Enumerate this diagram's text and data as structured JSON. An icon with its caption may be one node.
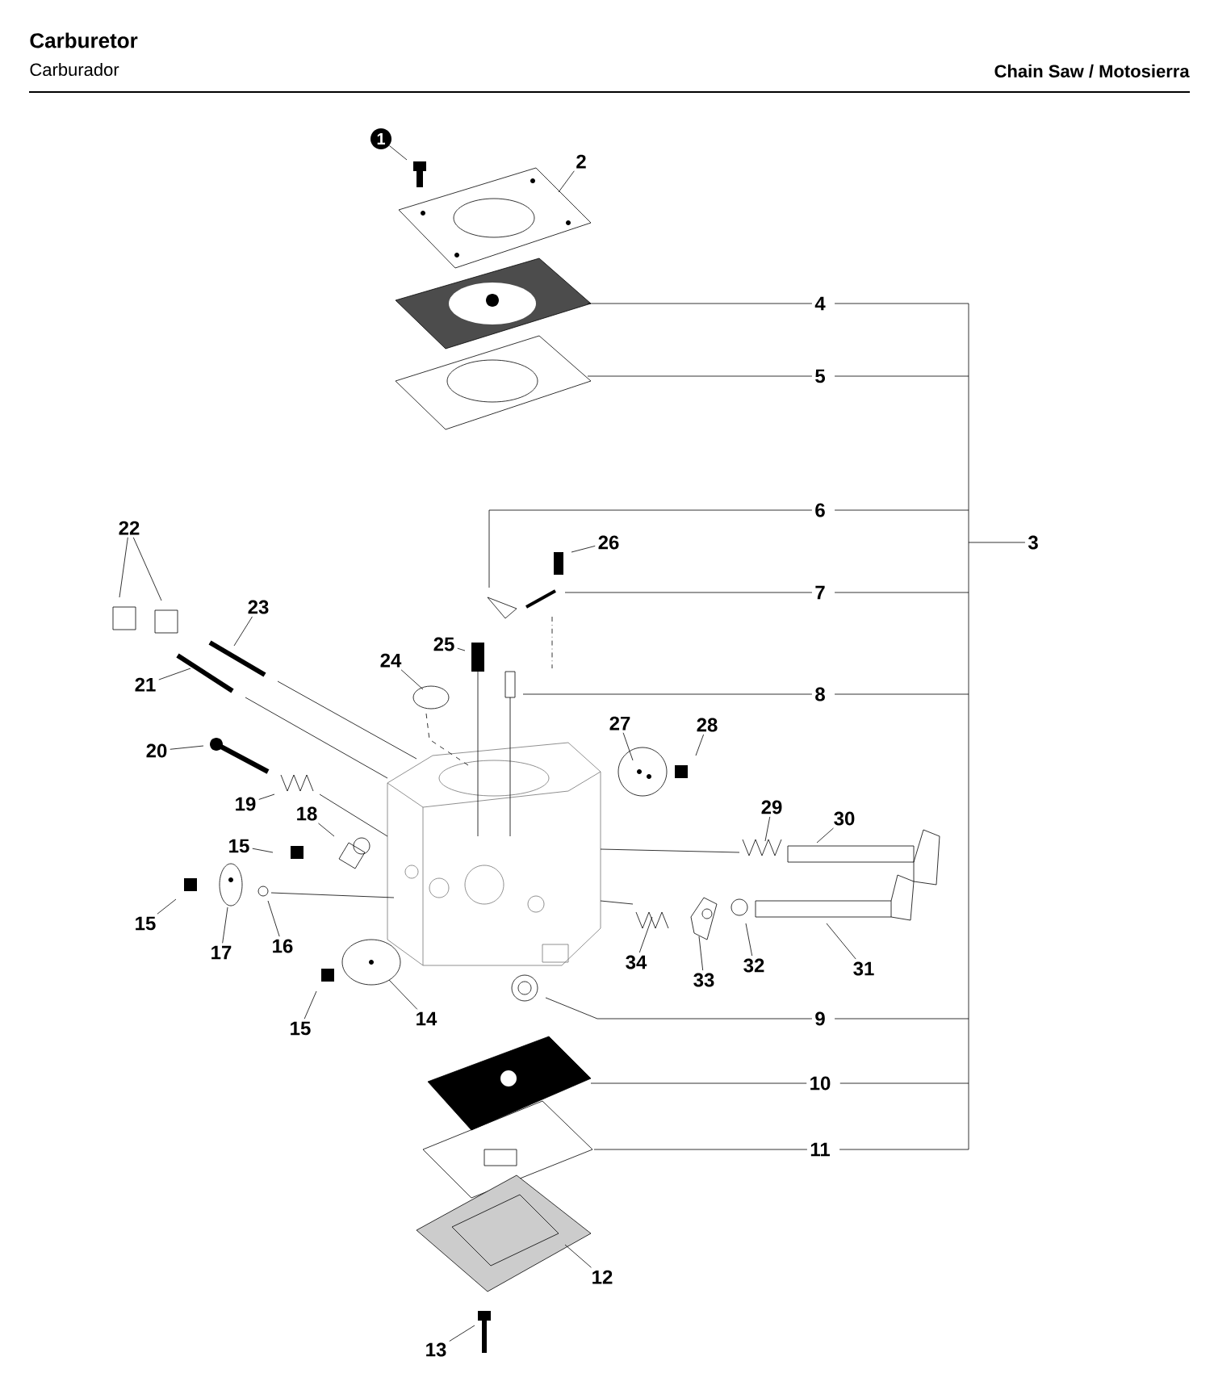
{
  "diagram": {
    "title": "Carburetor",
    "nodes": [
      {
        "text": [
          "1"
        ]
      },
      {
        "text": [
          "2"
        ]
      },
      {
        "text": [
          "4"
        ]
      },
      {
        "text": [
          "5"
        ]
      },
      {
        "text": [
          "6"
        ]
      },
      {
        "text": [
          "3"
        ]
      },
      {
        "text": [
          "26"
        ]
      },
      {
        "text": [
          "7"
        ]
      },
      {
        "text": [
          "22"
        ]
      },
      {
        "text": [
          "23"
        ]
      },
      {
        "text": [
          "25"
        ]
      },
      {
        "text": [
          "8"
        ]
      },
      {
        "text": [
          "21"
        ]
      },
      {
        "text": [
          "24"
        ]
      },
      {
        "text": [
          "27"
        ]
      },
      {
        "text": [
          "28"
        ]
      },
      {
        "text": [
          "20"
        ]
      },
      {
        "text": [
          "29"
        ]
      },
      {
        "text": [
          "30"
        ]
      },
      {
        "text": [
          "19"
        ]
      },
      {
        "text": [
          "18"
        ]
      },
      {
        "text": [
          "15"
        ]
      },
      {
        "text": [
          "15"
        ]
      },
      {
        "text": [
          "17"
        ]
      },
      {
        "text": [
          "16"
        ]
      },
      {
        "text": [
          "34"
        ]
      },
      {
        "text": [
          "33"
        ]
      },
      {
        "text": [
          "32"
        ]
      },
      {
        "text": [
          "31"
        ]
      },
      {
        "text": [
          "9"
        ]
      },
      {
        "text": [
          "15"
        ]
      },
      {
        "text": [
          "14"
        ]
      },
      {
        "text": [
          "10"
        ]
      },
      {
        "text": [
          "11"
        ]
      },
      {
        "text": [
          "12"
        ]
      },
      {
        "text": [
          "13"
        ]
      }
    ],
    "edges": [
      {
        "from": 0,
        "to": null,
        "arrow": "none"
      },
      {
        "from": 1,
        "to": null,
        "arrow": "none"
      },
      {
        "from": 2,
        "to": null,
        "arrow": "none"
      },
      {
        "from": 3,
        "to": null,
        "arrow": "none"
      },
      {
        "from": 4,
        "to": null,
        "arrow": "none"
      },
      {
        "from": 6,
        "to": null,
        "arrow": "none"
      },
      {
        "from": 7,
        "to": null,
        "arrow": "none"
      },
      {
        "from": 8,
        "to": null,
        "arrow": "none"
      },
      {
        "from": 8,
        "to": null,
        "arrow": "none"
      },
      {
        "from": 9,
        "to": null,
        "arrow": "none"
      },
      {
        "from": 10,
        "to": null,
        "arrow": "none"
      },
      {
        "from": 11,
        "to": null,
        "arrow": "none"
      },
      {
        "from": 12,
        "to": null,
        "arrow": "none"
      },
      {
        "from": 13,
        "to": null,
        "arrow": "none"
      },
      {
        "from": 14,
        "to": null,
        "arrow": "none"
      },
      {
        "from": 15,
        "to": null,
        "arrow": "none"
      },
      {
        "from": 16,
        "to": null,
        "arrow": "none"
      },
      {
        "from": 17,
        "to": null,
        "arrow": "none"
      },
      {
        "from": 18,
        "to": null,
        "arrow": "none"
      },
      {
        "from": 19,
        "to": null,
        "arrow": "none"
      },
      {
        "from": 20,
        "to": null,
        "arrow": "none"
      },
      {
        "from": 21,
        "to": null,
        "arrow": "none"
      },
      {
        "from": 22,
        "to": null,
        "arrow": "none"
      },
      {
        "from": 23,
        "to": null,
        "arrow": "none"
      },
      {
        "from": 24,
        "to": null,
        "arrow": "none"
      },
      {
        "from": 25,
        "to": null,
        "arrow": "none"
      },
      {
        "from": 26,
        "to": null,
        "arrow": "none"
      },
      {
        "from": 27,
        "to": null,
        "arrow": "none"
      },
      {
        "from": 28,
        "to": null,
        "arrow": "none"
      },
      {
        "from": 29,
        "to": null,
        "arrow": "none"
      },
      {
        "from": 30,
        "to": null,
        "arrow": "none"
      },
      {
        "from": 31,
        "to": null,
        "arrow": "none"
      },
      {
        "from": 32,
        "to": null,
        "arrow": "none"
      },
      {
        "from": 33,
        "to": null,
        "arrow": "none"
      },
      {
        "from": 34,
        "to": null,
        "arrow": "none"
      },
      {
        "from": 35,
        "to": null,
        "arrow": "none"
      }
    ],
    "labels": [
      "Carburador",
      "Chain Saw / Motosierra"
    ]
  }
}
